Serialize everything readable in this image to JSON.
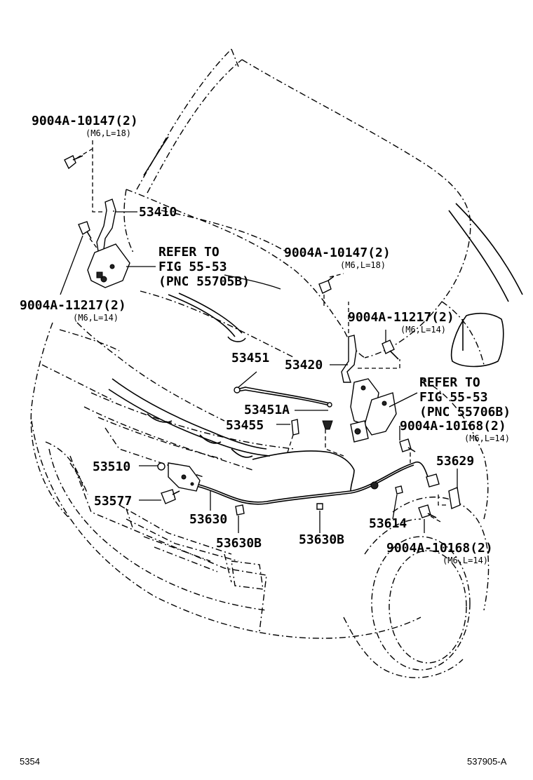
{
  "callouts": {
    "c1": "9004A-10147(2)",
    "c1_sub": "(M6,L=18)",
    "c2": "53410",
    "c3_line1": "REFER TO",
    "c3_line2": "FIG 55-53",
    "c3_line3": "(PNC 55705B)",
    "c4": "9004A-11217(2)",
    "c4_sub": "(M6,L=14)",
    "c5": "9004A-10147(2)",
    "c5_sub": "(M6,L=18)",
    "c6": "9004A-11217(2)",
    "c6_sub": "(M6,L=14)",
    "c7": "53451",
    "c8": "53420",
    "c9_line1": "REFER TO",
    "c9_line2": "FIG 55-53",
    "c9_line3": "(PNC 55706B)",
    "c10": "53451A",
    "c11": "53455",
    "c12": "9004A-10168(2)",
    "c12_sub": "(M6,L=14)",
    "c13": "53629",
    "c14": "53510",
    "c15": "53577",
    "c16": "53630",
    "c17": "53614",
    "c18": "53630B",
    "c19": "53630B",
    "c20": "9004A-10168(2)",
    "c20_sub": "(M6,L=14)"
  },
  "footer": {
    "left": "5354",
    "right": "537905-A"
  }
}
